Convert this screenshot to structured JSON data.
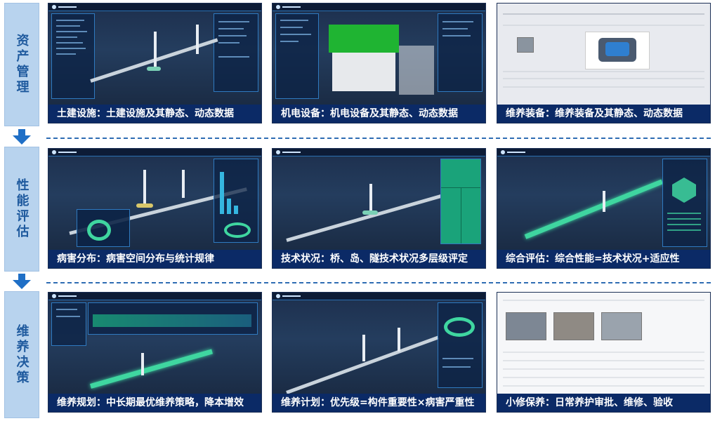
{
  "sections": [
    {
      "label": "资产管理",
      "panels": [
        {
          "caption": "土建设施：土建设施及其静态、动态数据"
        },
        {
          "caption": "机电设备：机电设备及其静态、动态数据"
        },
        {
          "caption": "维养装备：维养装备及其静态、动态数据"
        }
      ]
    },
    {
      "label": "性能评估",
      "panels": [
        {
          "caption": "病害分布：病害空间分布与统计规律"
        },
        {
          "caption": "技术状况：桥、岛、隧技术状况多层级评定"
        },
        {
          "caption": "综合评估：综合性能=技术状况+适应性"
        }
      ]
    },
    {
      "label": "维养决策",
      "panels": [
        {
          "caption": "维养规划：中长期最优维养策略，降本增效"
        },
        {
          "caption": "维养计划：优先级=构件重要性×病害严重性"
        },
        {
          "caption": "小修保养：日常养护审批、维修、验收"
        }
      ]
    }
  ],
  "colors": {
    "side_bg": "#b8d3ee",
    "side_text": "#1f5a9e",
    "caption_bg": "#0b2a66",
    "arrow": "#1f6fc6",
    "divider": "#2f6db3"
  },
  "icons": [
    "down-arrow-icon"
  ]
}
